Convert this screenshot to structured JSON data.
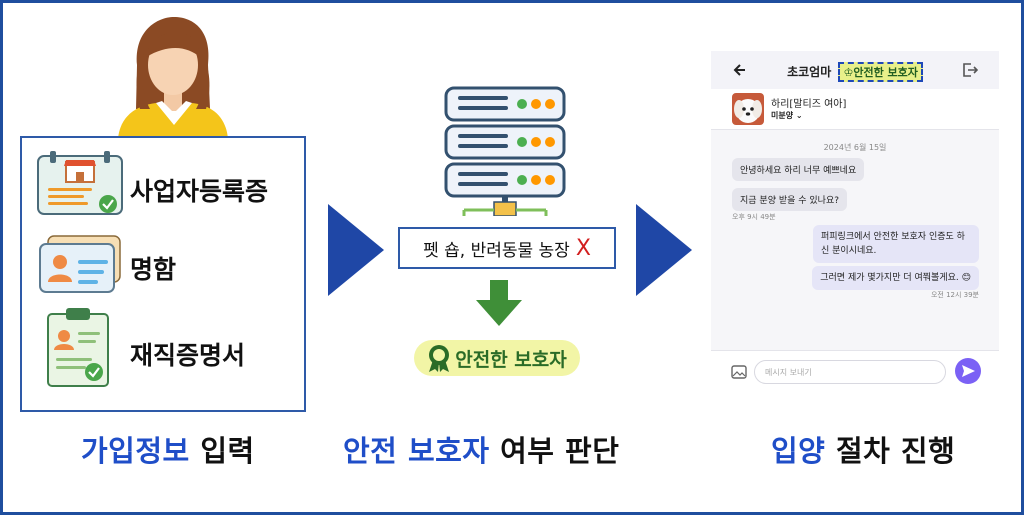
{
  "steps": [
    {
      "documents": [
        {
          "label": "사업자등록증",
          "icon": "business-license-icon"
        },
        {
          "label": "명함",
          "icon": "business-card-icon"
        },
        {
          "label": "재직증명서",
          "icon": "employment-certificate-icon"
        }
      ],
      "caption_highlight": "가입정보",
      "caption_rest": " 입력"
    },
    {
      "excluded_label": "펫 숍, 반려동물 농장",
      "excluded_mark": "X",
      "badge_label": "안전한 보호자",
      "caption_highlight": "안전 보호자",
      "caption_rest": " 여부 판단"
    },
    {
      "caption_highlight": "입양",
      "caption_rest": " 절차 진행"
    }
  ],
  "chat": {
    "title": "초코엄마",
    "badge": "안전한 보호자",
    "pet_name": "하리[말티즈 여아]",
    "pet_status": "미분양",
    "date": "2024년 6월 15일",
    "messages": [
      {
        "side": "left",
        "text": "안녕하세요 하리 너무 예쁘네요"
      },
      {
        "side": "left",
        "text": "지금 분양 받을 수 있나요?"
      },
      {
        "side": "right",
        "text": "퍼피링크에서 안전한 보호자 인증도 하신 분이시네요."
      },
      {
        "side": "right",
        "text": "그러면 제가 몇가지만 더 여쭤볼게요. 😊"
      }
    ],
    "time_left": "오후 9시 49분",
    "time_right": "오전 12시 39분",
    "input_placeholder": "메시지 보내기"
  },
  "colors": {
    "frame": "#1f4e9e",
    "arrow": "#1f47a6",
    "caption_highlight": "#1f4ec8",
    "excluded_mark": "#d21f1f",
    "badge_bg": "#f2f5a6",
    "badge_text": "#2a6b27",
    "send_button": "#7b61f5"
  }
}
